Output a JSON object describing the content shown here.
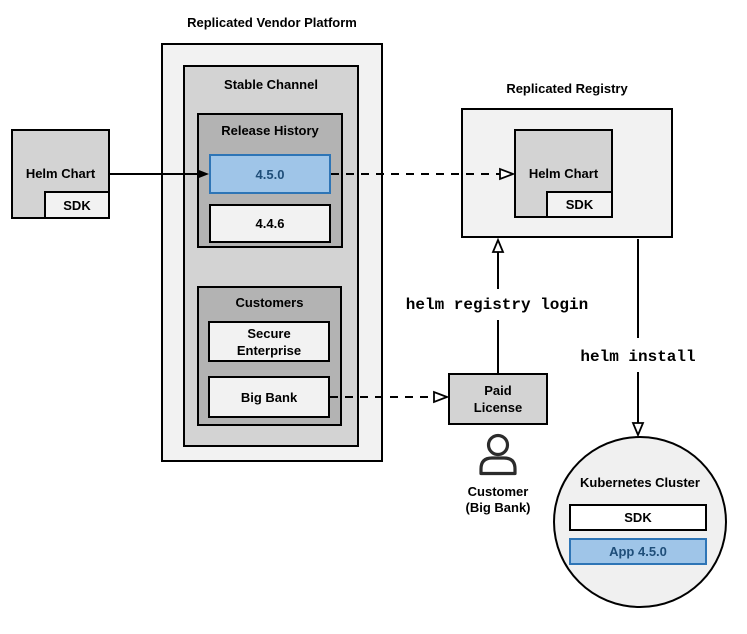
{
  "colors": {
    "highlight_fill": "#9fc5e8",
    "highlight_border": "#2e75b6",
    "highlight_text": "#1f4e79",
    "box_light": "#f2f2f2",
    "box_medium": "#d3d3d3",
    "box_dark": "#b3b3b3"
  },
  "vendor_platform": {
    "title": "Replicated Vendor Platform",
    "stable_channel": {
      "label": "Stable Channel",
      "release_history": {
        "label": "Release History",
        "current_release": "4.5.0",
        "previous_release": "4.4.6"
      },
      "customers": {
        "label": "Customers",
        "customer1": "Secure Enterprise",
        "customer2": "Big Bank"
      }
    }
  },
  "source_chart": {
    "label": "Helm Chart",
    "sdk_label": "SDK"
  },
  "registry": {
    "title": "Replicated Registry",
    "chart_label": "Helm Chart",
    "sdk_label": "SDK"
  },
  "paid_license": {
    "label": "Paid License"
  },
  "commands": {
    "registry_login": "helm registry login",
    "install": "helm install"
  },
  "customer_actor": {
    "name": "Customer",
    "company": "(Big Bank)"
  },
  "cluster": {
    "title": "Kubernetes Cluster",
    "sdk_label": "SDK",
    "app_label": "App 4.5.0"
  }
}
